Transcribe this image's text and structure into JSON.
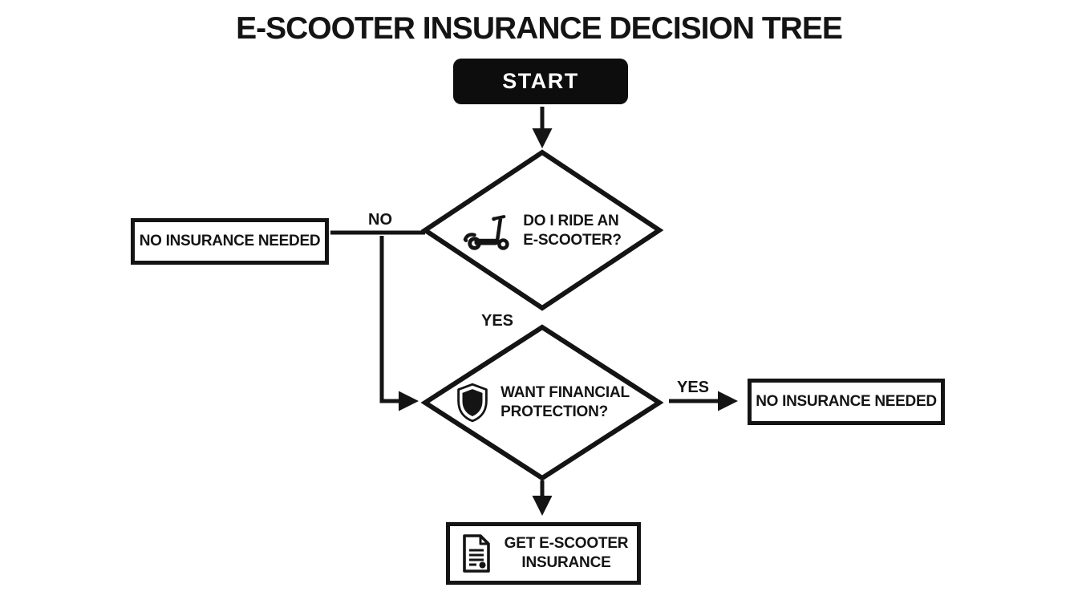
{
  "title": "E-SCOOTER INSURANCE DECISION TREE",
  "colors": {
    "ink": "#141414",
    "background": "#ffffff",
    "start_bg": "#0d0d0d",
    "start_text": "#ffffff"
  },
  "nodes": {
    "start": {
      "type": "terminator",
      "label": "START"
    },
    "ride_decision": {
      "type": "decision",
      "icon": "scooter-icon",
      "lines": [
        "DO I RIDE AN",
        "E-SCOOTER?"
      ]
    },
    "protection_decision": {
      "type": "decision",
      "icon": "shield-icon",
      "lines": [
        "WANT FINANCIAL",
        "PROTECTION?"
      ]
    },
    "no_insurance_left": {
      "type": "outcome",
      "label": "NO INSURANCE NEEDED"
    },
    "no_insurance_right": {
      "type": "outcome",
      "label": "NO INSURANCE NEEDED"
    },
    "get_insurance": {
      "type": "outcome",
      "icon": "document-icon",
      "lines": [
        "GET E-SCOOTER",
        "INSURANCE"
      ]
    }
  },
  "edge_labels": {
    "ride_no": "NO",
    "ride_yes": "YES",
    "protection_yes": "YES"
  }
}
